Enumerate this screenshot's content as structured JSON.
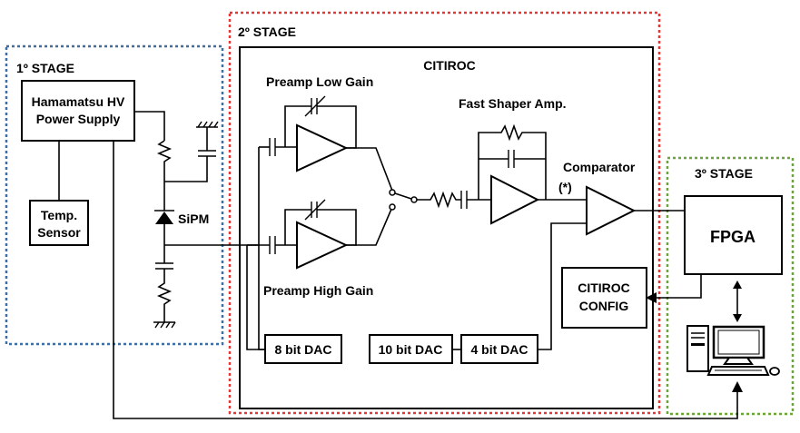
{
  "stages": {
    "stage1": {
      "label": "1º STAGE",
      "color": "#3d6fa5"
    },
    "stage2": {
      "label": "2º STAGE",
      "color": "#ee3333"
    },
    "stage3": {
      "label": "3º STAGE",
      "color": "#6aa637"
    }
  },
  "blocks": {
    "hv_supply": [
      "Hamamatsu HV",
      "Power Supply"
    ],
    "temp_sensor": [
      "Temp.",
      "Sensor"
    ],
    "citiroc": "CITIROC",
    "dac8": "8 bit DAC",
    "dac10": "10 bit DAC",
    "dac4": "4 bit DAC",
    "citiroc_config": [
      "CITIROC",
      "CONFIG"
    ],
    "fpga": "FPGA"
  },
  "labels": {
    "sipm": "SiPM",
    "preamp_low": "Preamp Low Gain",
    "preamp_high": "Preamp High Gain",
    "fast_shaper": "Fast Shaper Amp.",
    "comparator": "Comparator",
    "comparator_note": "(*)"
  }
}
